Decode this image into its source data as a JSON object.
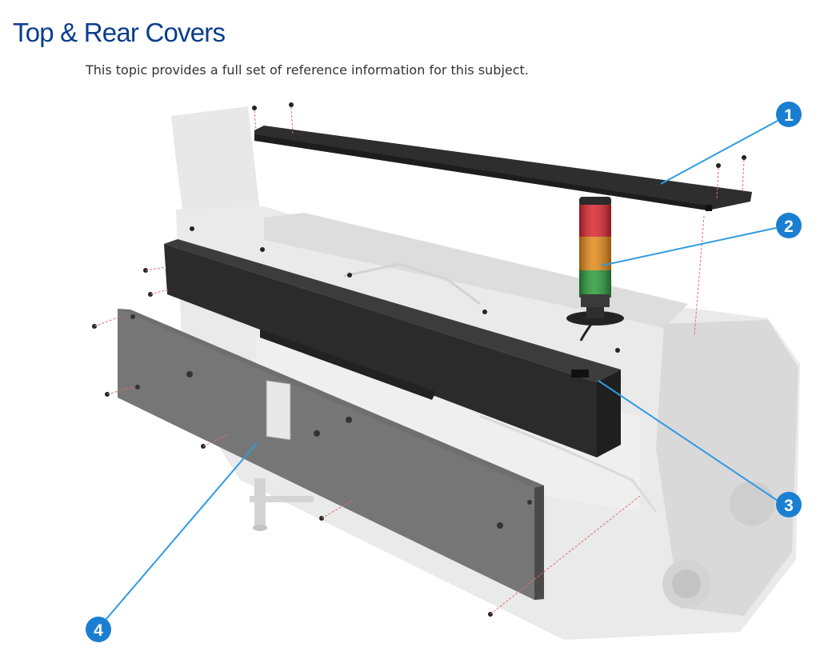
{
  "page": {
    "title": "Top & Rear Covers",
    "subtitle": "This topic provides a full set of reference information for this subject."
  },
  "diagram": {
    "callouts": [
      "1",
      "2",
      "3",
      "4"
    ],
    "colors": {
      "callout": "#1a7fd1",
      "leader": "#2f9be0",
      "title": "#0a3e8c",
      "cover_dark": "#2c2c2c",
      "rear_panel": "#6b6b6b",
      "printer_body": "#e3e3e3",
      "light_red": "#d9262d",
      "light_amber": "#e38a18",
      "light_green": "#2a9a3a"
    }
  }
}
